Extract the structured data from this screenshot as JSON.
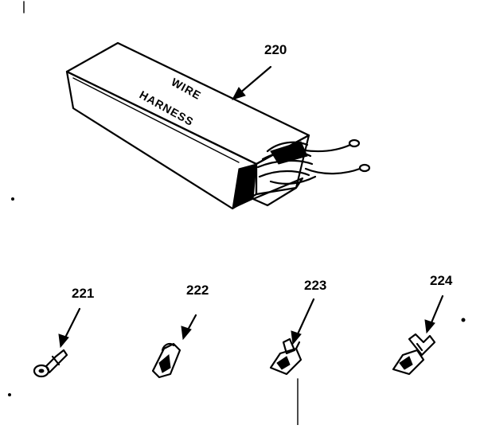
{
  "diagram": {
    "box_label_line1": "WIRE",
    "box_label_line2": "HARNESS",
    "parts": [
      {
        "number": "220",
        "description": "wire harness box"
      },
      {
        "number": "221",
        "description": "ring terminal"
      },
      {
        "number": "222",
        "description": "spade terminal"
      },
      {
        "number": "223",
        "description": "flag terminal"
      },
      {
        "number": "224",
        "description": "flag terminal"
      }
    ]
  },
  "colors": {
    "ink": "#000000",
    "paper": "#ffffff"
  }
}
